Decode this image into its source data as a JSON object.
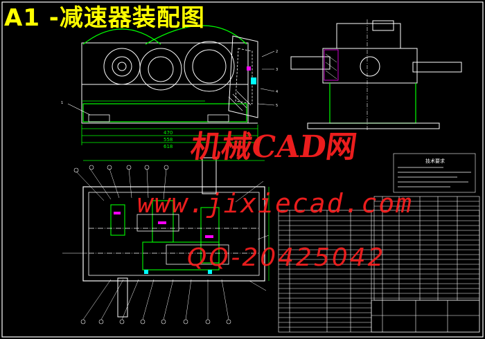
{
  "title": "A1 -减速器装配图",
  "watermark": {
    "site_cn": "机械CAD网",
    "url": "www.jixiecad.com",
    "qq": "QQ-20425042"
  },
  "tech_requirements_title": "技术要求",
  "dimensions": {
    "d1": "470",
    "d2": "558",
    "d3": "618"
  },
  "colors": {
    "background": "#000000",
    "frame": "#ffffff",
    "outline": "#00ff00",
    "title": "#ffff00",
    "watermark": "#ff2020",
    "accent_magenta": "#ff00ff",
    "accent_cyan": "#00ffff"
  }
}
